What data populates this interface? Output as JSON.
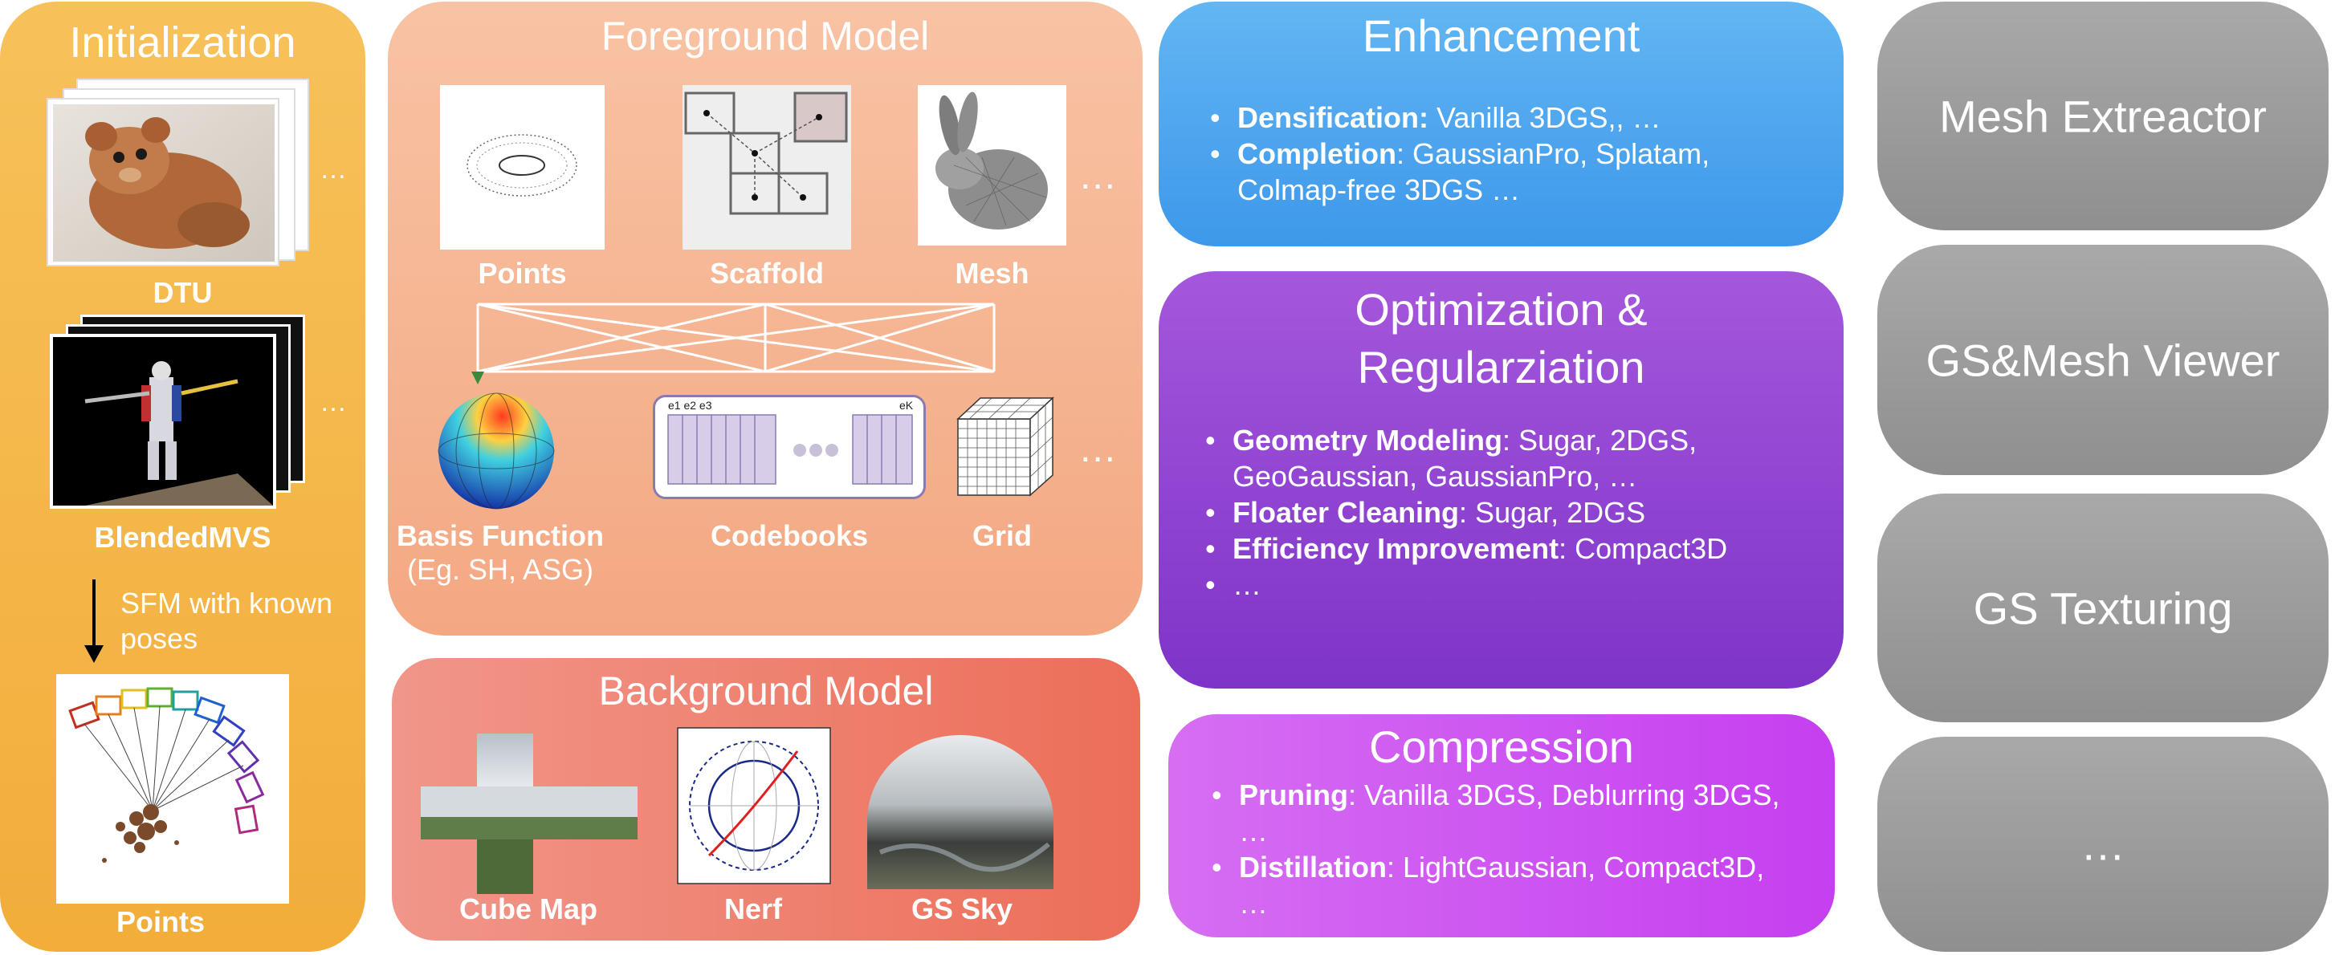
{
  "init": {
    "title": "Initialization",
    "dtu": "DTU",
    "blended": "BlendedMVS",
    "sfm": "SFM with known poses",
    "points": "Points",
    "ellipsis1": "…",
    "ellipsis2": "…"
  },
  "foreground": {
    "title": "Foreground Model",
    "points": "Points",
    "scaffold": "Scaffold",
    "mesh": "Mesh",
    "basis": "Basis Function",
    "basis_sub": "(Eg. SH, ASG)",
    "codebooks": "Codebooks",
    "grid": "Grid",
    "ellipsis": "…",
    "codebook_e_first": "e1 e2 e3",
    "codebook_e_last": "eK"
  },
  "background": {
    "title": "Background Model",
    "cube": "Cube Map",
    "nerf": "Nerf",
    "gssky": "GS Sky"
  },
  "enhancement": {
    "title": "Enhancement",
    "items": [
      {
        "bold": "Densification:",
        "text": " Vanilla 3DGS,, …"
      },
      {
        "bold": "Completion",
        "text": ": GaussianPro, Splatam, Colmap-free 3DGS …"
      }
    ]
  },
  "optimization": {
    "title_line1": "Optimization &",
    "title_line2": "Regularziation",
    "items": [
      {
        "bold": "Geometry Modeling",
        "text": ": Sugar, 2DGS, GeoGaussian, GaussianPro, …"
      },
      {
        "bold": "Floater Cleaning",
        "text": ": Sugar, 2DGS"
      },
      {
        "bold": "Efficiency Improvement",
        "text": ": Compact3D"
      },
      {
        "bold": "",
        "text": "…"
      }
    ]
  },
  "compression": {
    "title": "Compression",
    "items": [
      {
        "bold": "Pruning",
        "text": ": Vanilla 3DGS, Deblurring 3DGS, …"
      },
      {
        "bold": "Distillation",
        "text": ": LightGaussian, Compact3D, …"
      }
    ]
  },
  "right": [
    "Mesh Extreactor",
    "GS&Mesh Viewer",
    "GS Texturing",
    "…"
  ],
  "colors": {
    "init": "#f2b040",
    "foreground": "#f5b48e",
    "background": "#ee7a62",
    "enhancement": "#4da3ec",
    "optimization": "#8a3fcf",
    "compression": "#cf4ff0",
    "gray": "#9a9a9a"
  }
}
